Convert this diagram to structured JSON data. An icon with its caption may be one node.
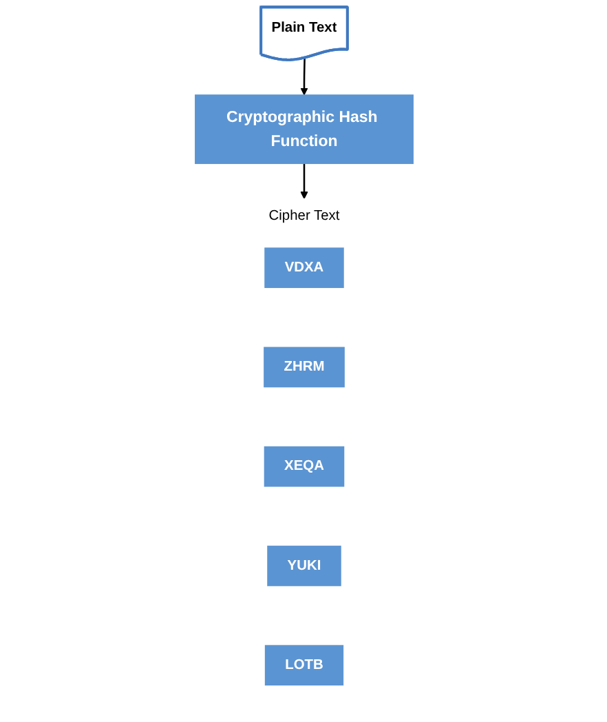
{
  "diagram": {
    "nodes": [
      {
        "text": [
          "Plain Text"
        ]
      },
      {
        "text": [
          "Cryptographic Hash Function"
        ]
      },
      {
        "text": [
          "Cipher Text"
        ]
      },
      {
        "text": [
          "VDXA"
        ],
        "in": 2
      },
      {
        "text": [
          "ZHRM"
        ],
        "in": 2
      },
      {
        "text": [
          "XEQA"
        ],
        "in": 2
      },
      {
        "text": [
          "YUKI"
        ],
        "in": 2
      },
      {
        "text": [
          "LOTB"
        ],
        "in": 2
      }
    ],
    "edges": [
      {
        "from": 0,
        "to": 1,
        "arrow": "to"
      },
      {
        "from": 1,
        "to": 2,
        "arrow": "to"
      }
    ]
  }
}
